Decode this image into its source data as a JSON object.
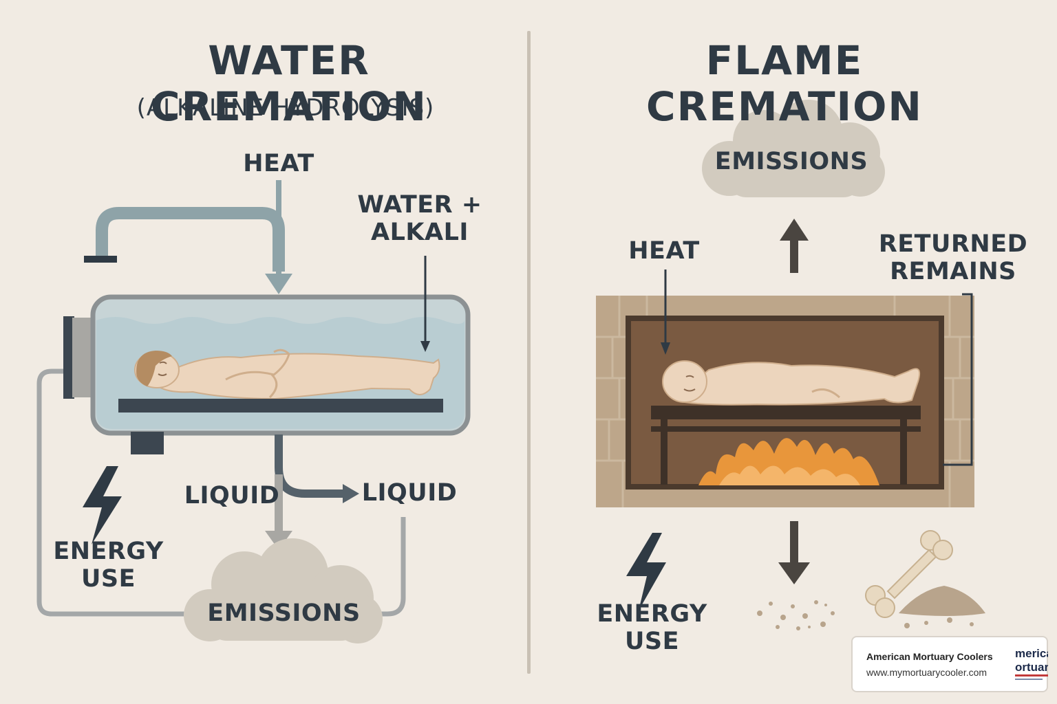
{
  "water": {
    "title": "WATER CREMATION",
    "subtitle": "(ALKALINE HYDROLYSIS)",
    "heat": "HEAT",
    "water_alkali": "WATER +\nALKALI",
    "liquid_left": "LIQUID",
    "liquid_right": "LIQUID",
    "energy": "ENERGY\nUSE",
    "emissions": "EMISSIONS"
  },
  "flame": {
    "title": "FLAME CREMATION",
    "emissions": "EMISSIONS",
    "heat": "HEAT",
    "returned_remains": "RETURNED\nREMAINS",
    "energy": "ENERGY\nUSE"
  },
  "logo": {
    "name": "American Mortuary Coolers",
    "url": "www.mymortuarycooler.com",
    "mark_line1": "mericar",
    "mark_line2": "ortuary"
  },
  "colors": {
    "background": "#f1ebe3",
    "text": "#2f3a44",
    "pipe": "#8ea3a8",
    "water": "#b9cdd2",
    "cloud": "#d2cbbf",
    "brick": "#b79f80",
    "chamber": "#7a5a41",
    "flame": "#e8963b"
  }
}
